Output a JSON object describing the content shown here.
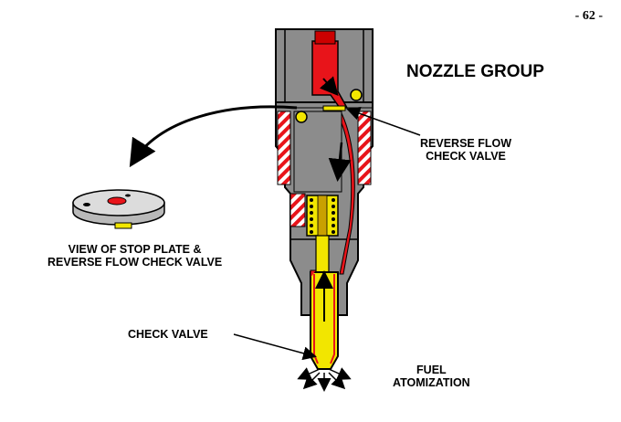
{
  "page_number": "- 62 -",
  "title": "NOZZLE GROUP",
  "labels": {
    "reverse_flow_line1": "REVERSE FLOW",
    "reverse_flow_line2": "CHECK VALVE",
    "stop_plate_line1": "VIEW OF STOP PLATE &",
    "stop_plate_line2": "REVERSE FLOW CHECK VALVE",
    "check_valve": "CHECK VALVE",
    "fuel_line1": "FUEL",
    "fuel_line2": "ATOMIZATION"
  },
  "colors": {
    "body": "#8c8c8c",
    "fuel": "#e8141a",
    "needle": "#f2e600",
    "outline": "#000000",
    "plate": "#dcdcdc"
  }
}
